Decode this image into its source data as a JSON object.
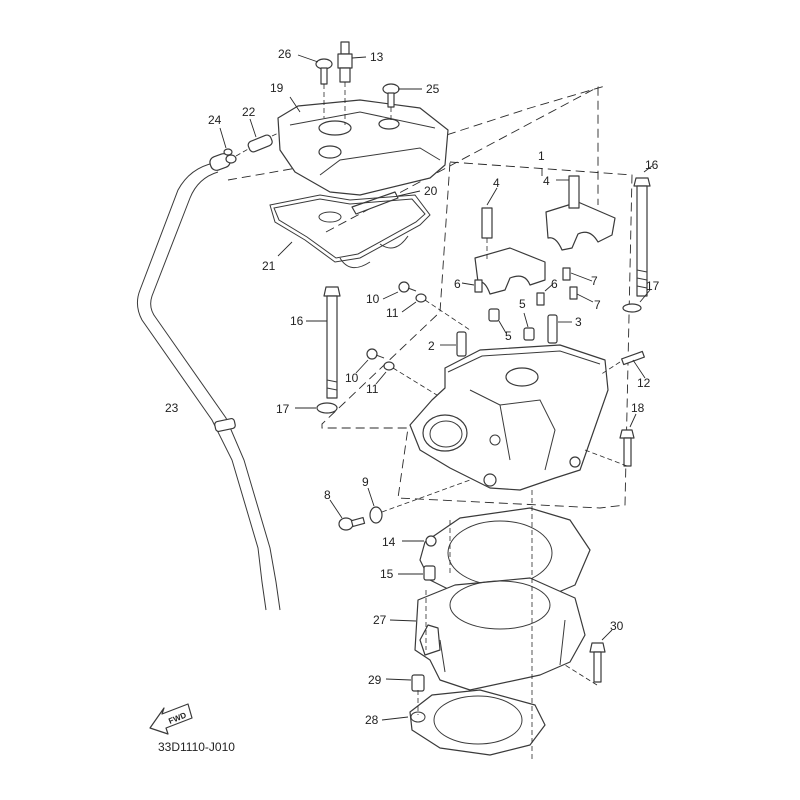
{
  "diagram": {
    "title": "Cylinder head / cylinder exploded parts diagram",
    "drawing_code": "33D1110-J010",
    "direction_marker": "FWD",
    "part_callouts": [
      {
        "ref": "1",
        "part": "cylinder-head-assembly"
      },
      {
        "ref": "2",
        "part": "valve-guide"
      },
      {
        "ref": "3",
        "part": "valve-guide"
      },
      {
        "ref": "4",
        "part": "bolt"
      },
      {
        "ref": "4",
        "part": "bolt"
      },
      {
        "ref": "5",
        "part": "plug"
      },
      {
        "ref": "5",
        "part": "plug"
      },
      {
        "ref": "6",
        "part": "dowel-pin"
      },
      {
        "ref": "6",
        "part": "dowel-pin"
      },
      {
        "ref": "7",
        "part": "dowel-pin"
      },
      {
        "ref": "7",
        "part": "dowel-pin"
      },
      {
        "ref": "8",
        "part": "bolt"
      },
      {
        "ref": "9",
        "part": "gasket-washer"
      },
      {
        "ref": "10",
        "part": "bolt"
      },
      {
        "ref": "10",
        "part": "bolt"
      },
      {
        "ref": "11",
        "part": "gasket-washer"
      },
      {
        "ref": "11",
        "part": "gasket-washer"
      },
      {
        "ref": "12",
        "part": "stud-bolt"
      },
      {
        "ref": "13",
        "part": "spark-plug"
      },
      {
        "ref": "14",
        "part": "cylinder-head-gasket"
      },
      {
        "ref": "15",
        "part": "dowel-pin"
      },
      {
        "ref": "16",
        "part": "stud-bolt"
      },
      {
        "ref": "16",
        "part": "stud-bolt"
      },
      {
        "ref": "17",
        "part": "washer"
      },
      {
        "ref": "17",
        "part": "washer"
      },
      {
        "ref": "18",
        "part": "bolt"
      },
      {
        "ref": "19",
        "part": "cylinder-head-cover"
      },
      {
        "ref": "20",
        "part": "plate"
      },
      {
        "ref": "21",
        "part": "cover-gasket"
      },
      {
        "ref": "22",
        "part": "joint"
      },
      {
        "ref": "23",
        "part": "breather-hose"
      },
      {
        "ref": "24",
        "part": "clip"
      },
      {
        "ref": "25",
        "part": "bolt"
      },
      {
        "ref": "26",
        "part": "bolt"
      },
      {
        "ref": "27",
        "part": "cylinder"
      },
      {
        "ref": "28",
        "part": "cylinder-gasket"
      },
      {
        "ref": "29",
        "part": "dowel-pin"
      },
      {
        "ref": "30",
        "part": "bolt"
      }
    ]
  }
}
